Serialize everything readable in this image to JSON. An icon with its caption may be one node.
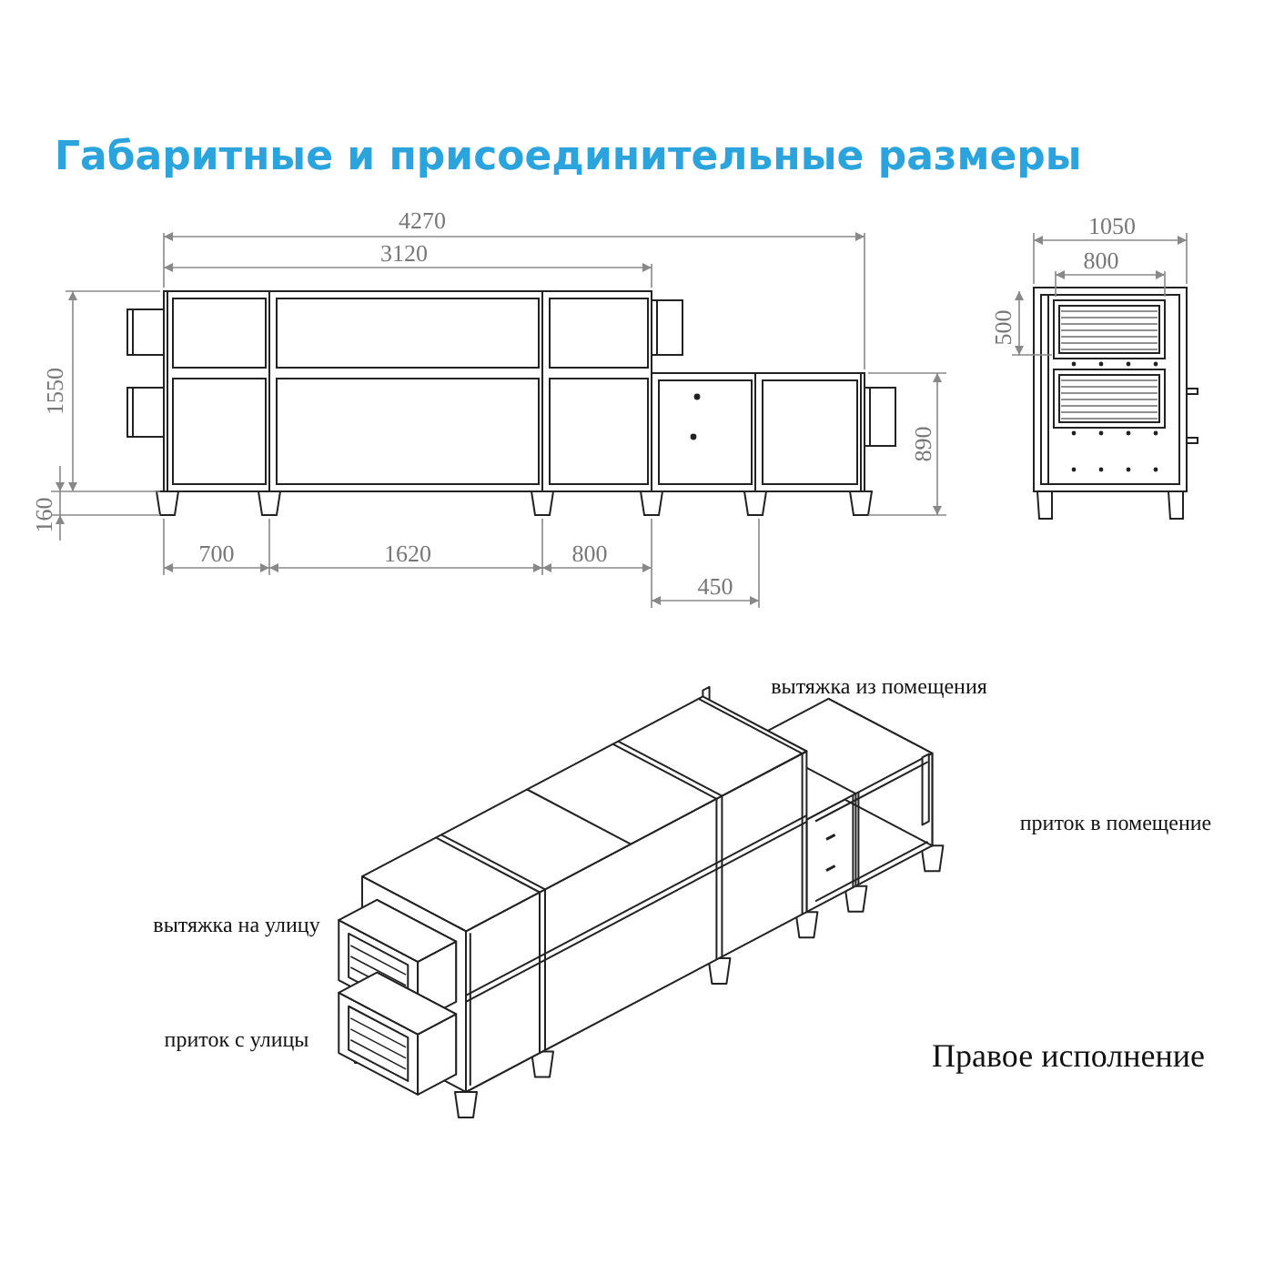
{
  "diagram": {
    "title": "Габаритные и присоединительные размеры",
    "labels": [
      "4270",
      "3120",
      "1050",
      "800",
      "1550",
      "500",
      "890",
      "160",
      "700",
      "1620",
      "800",
      "450",
      "вытяжка из помещения",
      "приток в помещение",
      "вытяжка на улицу",
      "приток с улицы",
      "Правое исполнение"
    ]
  }
}
